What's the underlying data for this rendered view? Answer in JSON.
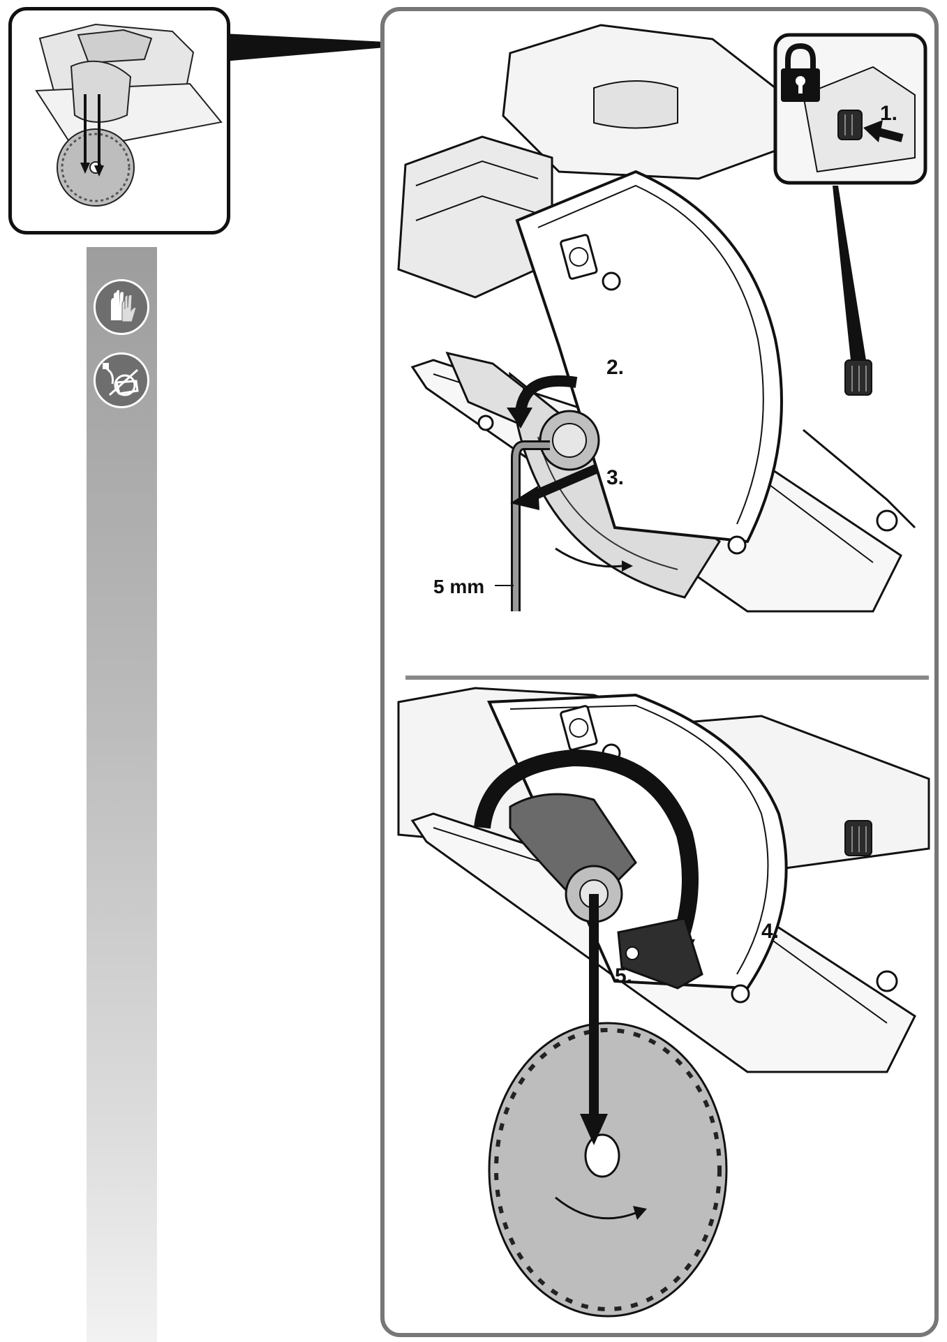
{
  "steps": {
    "s1": "1.",
    "s2": "2.",
    "s3": "3.",
    "s4": "4.",
    "s5": "5."
  },
  "tool": {
    "hex_key_size": "5 mm"
  },
  "icons": {
    "lock": "lock-icon",
    "gloves": "protective-gloves-icon",
    "unplug": "disconnect-power-icon"
  },
  "colors": {
    "frame": "#777777",
    "ink": "#111111",
    "strip_top": "#9d9d9d",
    "strip_bottom": "#f2f2f2",
    "picto_bg": "#6e6e6e"
  }
}
